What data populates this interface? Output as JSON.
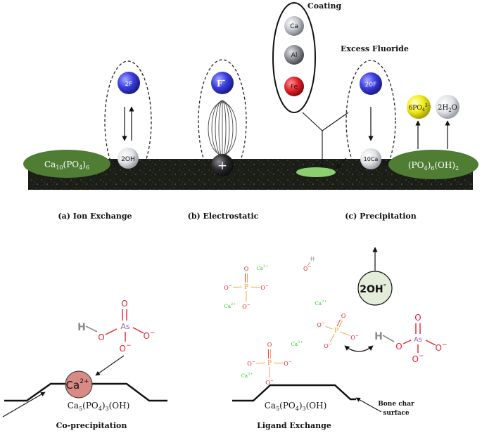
{
  "top": {
    "coating_title": "Coating",
    "coating_ions": [
      "Ca",
      "Al",
      "Fe"
    ],
    "excess_fluoride": "Excess Fluoride",
    "ion_exchange": {
      "surface_label": "Ca10(PO4)6",
      "surface_main": "Ca",
      "surface_sub1": "10",
      "surface_mid": "(PO",
      "surface_sub2": "4",
      "surface_end": ")",
      "surface_sub3": "6",
      "top_ion": "2F",
      "bottom_ion": "2OH",
      "caption": "(a) Ion Exchange"
    },
    "electrostatic": {
      "ion": "F",
      "ion_charge": "-",
      "surface_charge": "+",
      "caption": "(b) Electrostatic"
    },
    "precipitation": {
      "top_ion": "20F",
      "bottom_ion": "10Ca",
      "surface_label": "(PO4)6(OH)2",
      "surface_p1": "(PO",
      "surface_s1": "4",
      "surface_p2": ")",
      "surface_s2": "6",
      "surface_p3": "(OH)",
      "surface_s3": "2",
      "product1_main": "6PO",
      "product1_sub": "4",
      "product1_sup": "3-",
      "product2_main": "2H",
      "product2_sub": "2",
      "product2_end": "O",
      "caption": "(c) Precipitation"
    }
  },
  "bottom": {
    "co_precipitation": {
      "h": "H",
      "o1": "O",
      "as": "As",
      "o_top": "O",
      "o_right": "O",
      "o_right_charge": "−",
      "o_bottom": "O",
      "o_bottom_charge": "−",
      "cation": "Ca",
      "cation_charge": "2+",
      "surface_main": "Ca",
      "surface_s1": "5",
      "surface_p1": "(PO",
      "surface_s2": "4",
      "surface_p2": ")",
      "surface_s3": "3",
      "surface_p3": "(OH)",
      "caption": "Co-precipitation"
    },
    "ligand_exchange": {
      "hydroxide_main": "2OH",
      "hydroxide_charge": "-",
      "surface_main": "Ca",
      "surface_s1": "5",
      "surface_p1": "(PO",
      "surface_s2": "4",
      "surface_p2": ")",
      "surface_s3": "3",
      "surface_p3": "(OH)",
      "bone_char_line1": "Bone char",
      "bone_char_line2": "surface",
      "caption": "Ligand Exchange",
      "phosphate_p": "P",
      "phosphate_o": "O",
      "phosphate_charge": "−",
      "calcium": "Ca",
      "calcium_charge": "2+",
      "oh_o": "O",
      "oh_h": "H",
      "oh_charge": "−",
      "arsenate_h": "H",
      "arsenate_o": "O",
      "arsenate_as": "As",
      "arsenate_charge": "−"
    }
  },
  "colors": {
    "blue_ion": "#3a3ee0",
    "grey_ion": "#b9bcc2",
    "red_ion": "#e8202a",
    "yellow_ion": "#f2ee1a",
    "dark_ion": "#2b2b2e",
    "green_surface": "#4f7d34",
    "cation_fill": "#d98a84",
    "hydroxide_fill": "#e4edd9",
    "phosphate_orange": "#f29a2e",
    "oxygen_red": "#e8202a",
    "arsenic_purple": "#9a62b4",
    "calcium_green": "#2fc42f",
    "hydrogen_grey": "#8a8a8a"
  }
}
